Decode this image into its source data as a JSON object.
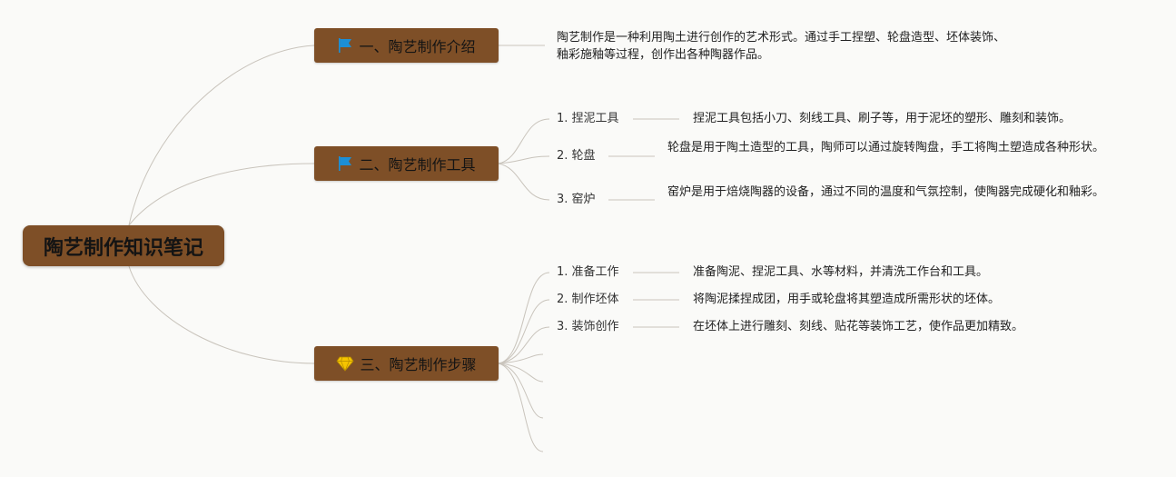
{
  "root": {
    "title": "陶艺制作知识笔记"
  },
  "branches": [
    {
      "label": "一、陶艺制作介绍",
      "icon": "flag-icon",
      "icon_color": "#1c8fd6",
      "description": "陶艺制作是一种利用陶土进行创作的艺术形式。通过手工捏塑、轮盘造型、坯体装饰、釉彩施釉等过程，创作出各种陶器作品。"
    },
    {
      "label": "二、陶艺制作工具",
      "icon": "flag-icon",
      "icon_color": "#1c8fd6",
      "items": [
        {
          "label": "1. 捏泥工具",
          "description": "捏泥工具包括小刀、刻线工具、刷子等，用于泥坯的塑形、雕刻和装饰。"
        },
        {
          "label": "2. 轮盘",
          "description": "轮盘是用于陶土造型的工具，陶师可以通过旋转陶盘，手工将陶土塑造成各种形状。"
        },
        {
          "label": "3. 窑炉",
          "description": "窑炉是用于焙烧陶器的设备，通过不同的温度和气氛控制，使陶器完成硬化和釉彩。"
        }
      ]
    },
    {
      "label": "三、陶艺制作步骤",
      "icon": "diamond-icon",
      "icon_color": "#f5c400",
      "items": [
        {
          "label": "1. 准备工作",
          "description": "准备陶泥、捏泥工具、水等材料，并清洗工作台和工具。"
        },
        {
          "label": "2. 制作坯体",
          "description": "将陶泥揉捏成团，用手或轮盘将其塑造成所需形状的坯体。"
        },
        {
          "label": "3. 装饰创作",
          "description": "在坯体上进行雕刻、刻线、贴花等装饰工艺，使作品更加精致。"
        }
      ]
    }
  ],
  "colors": {
    "node_fill": "#7e4f27",
    "connector": "#c9c4bc",
    "background": "#fafaf8"
  }
}
